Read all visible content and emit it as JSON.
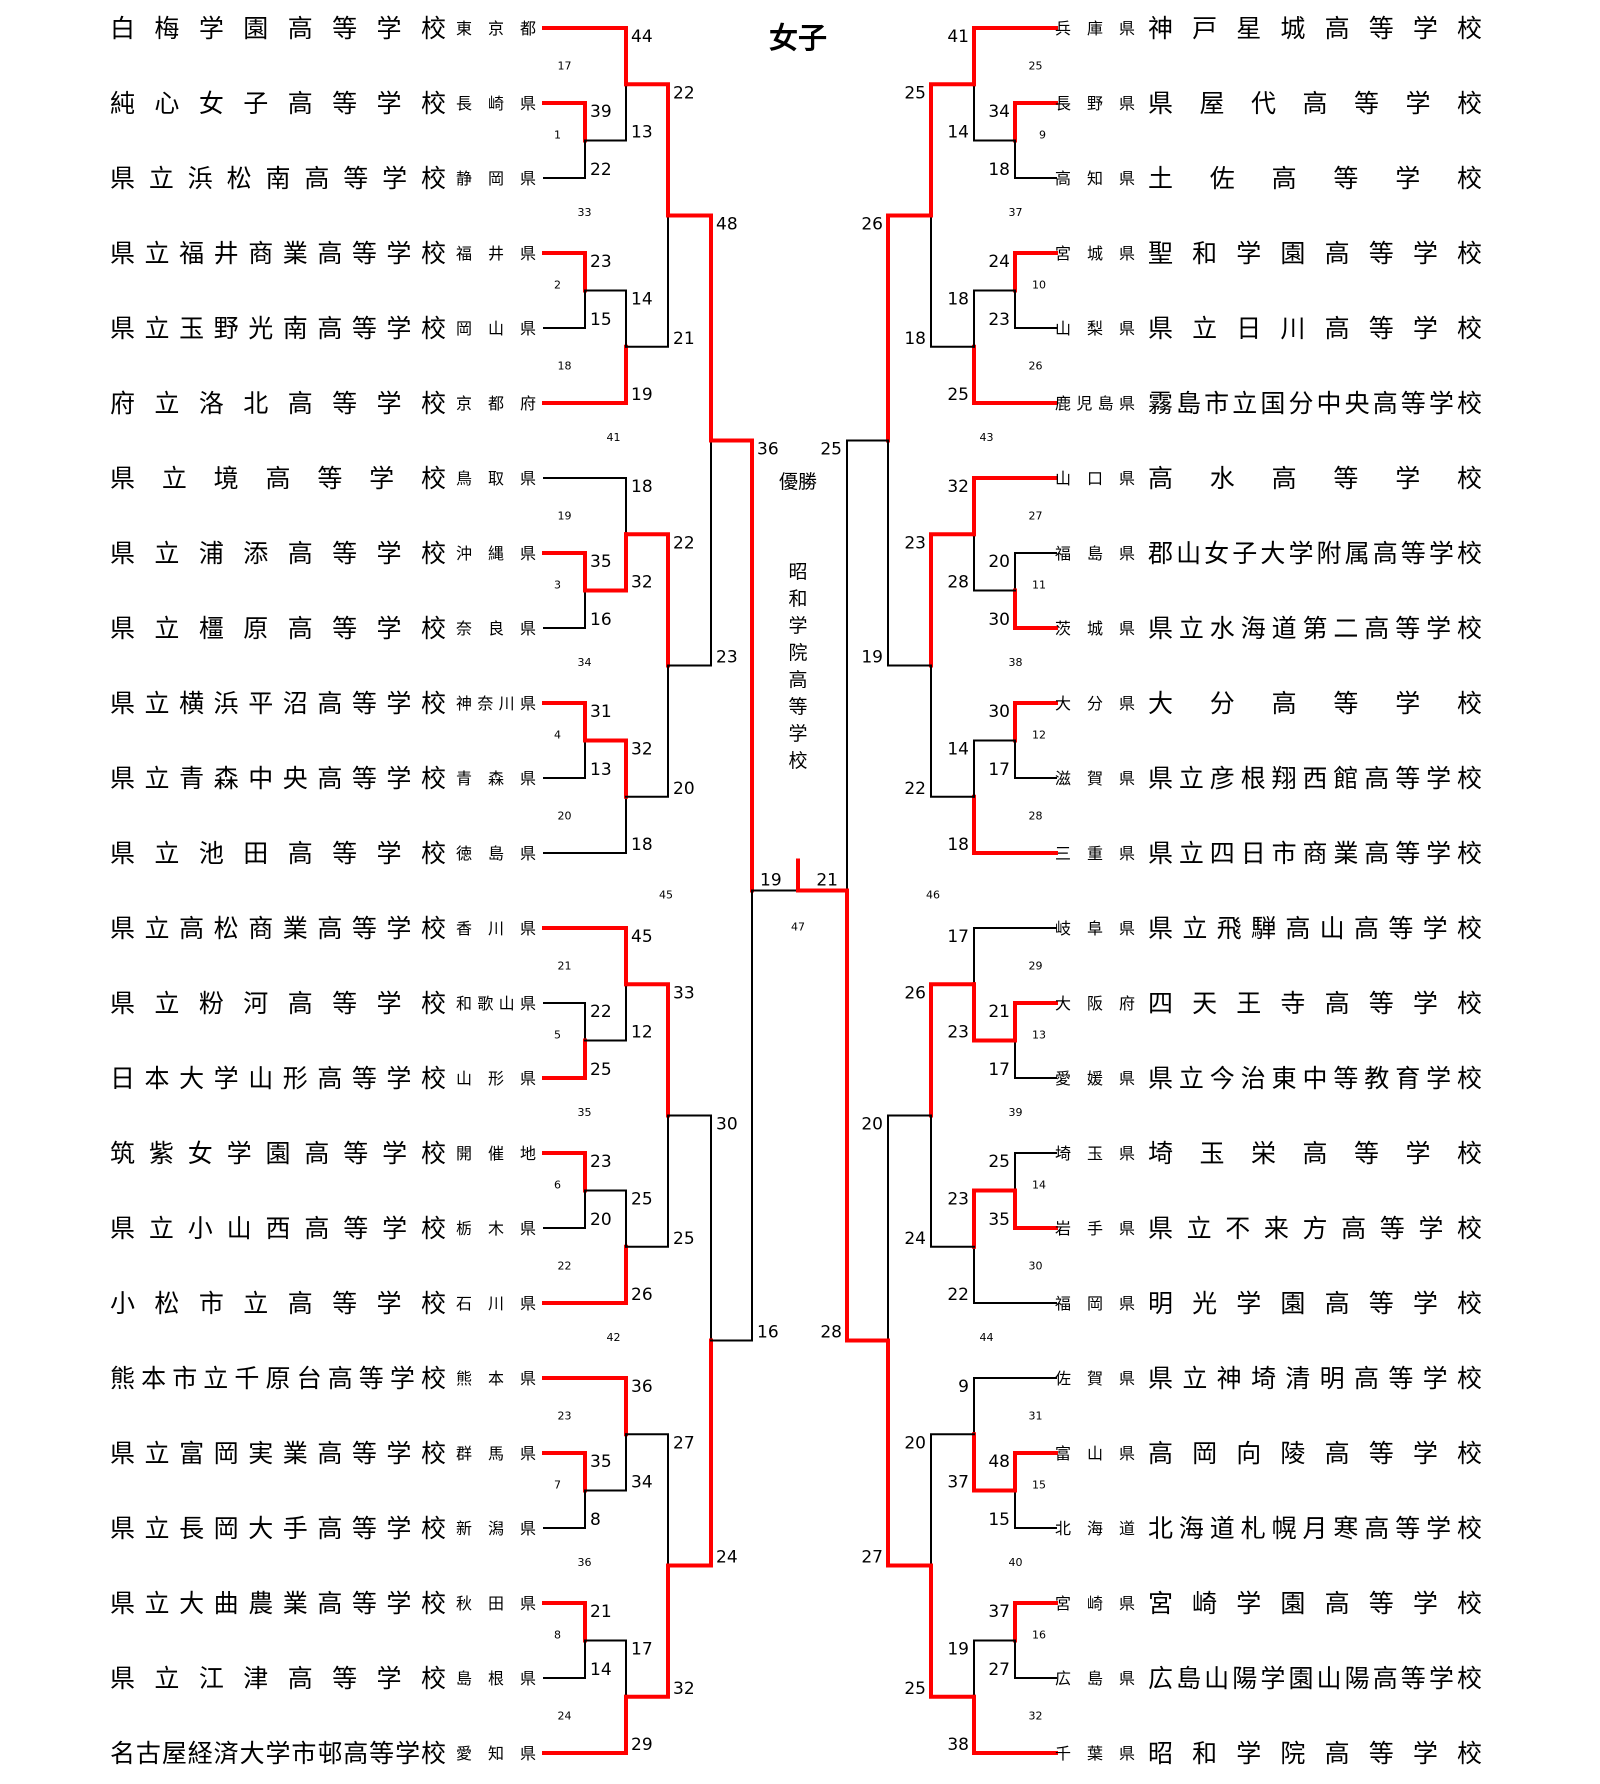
{
  "title": "女子",
  "champion_label": "優勝",
  "champion_name": "昭和学院高等学校",
  "left_teams": [
    {
      "school": "白梅学園高等学校",
      "pref": "東京都"
    },
    {
      "school": "純心女子高等学校",
      "pref": "長崎県"
    },
    {
      "school": "県立浜松南高等学校",
      "pref": "静岡県"
    },
    {
      "school": "県立福井商業高等学校",
      "pref": "福井県"
    },
    {
      "school": "県立玉野光南高等学校",
      "pref": "岡山県"
    },
    {
      "school": "府立洛北高等学校",
      "pref": "京都府"
    },
    {
      "school": "県立境高等学校",
      "pref": "鳥取県"
    },
    {
      "school": "県立浦添高等学校",
      "pref": "沖縄県"
    },
    {
      "school": "県立橿原高等学校",
      "pref": "奈良県"
    },
    {
      "school": "県立横浜平沼高等学校",
      "pref": "神奈川県"
    },
    {
      "school": "県立青森中央高等学校",
      "pref": "青森県"
    },
    {
      "school": "県立池田高等学校",
      "pref": "徳島県"
    },
    {
      "school": "県立高松商業高等学校",
      "pref": "香川県"
    },
    {
      "school": "県立粉河高等学校",
      "pref": "和歌山県"
    },
    {
      "school": "日本大学山形高等学校",
      "pref": "山形県"
    },
    {
      "school": "筑紫女学園高等学校",
      "pref": "開催地"
    },
    {
      "school": "県立小山西高等学校",
      "pref": "栃木県"
    },
    {
      "school": "小松市立高等学校",
      "pref": "石川県"
    },
    {
      "school": "熊本市立千原台高等学校",
      "pref": "熊本県"
    },
    {
      "school": "県立富岡実業高等学校",
      "pref": "群馬県"
    },
    {
      "school": "県立長岡大手高等学校",
      "pref": "新潟県"
    },
    {
      "school": "県立大曲農業高等学校",
      "pref": "秋田県"
    },
    {
      "school": "県立江津高等学校",
      "pref": "島根県"
    },
    {
      "school": "名古屋経済大学市邨高等学校",
      "pref": "愛知県"
    }
  ],
  "right_teams": [
    {
      "school": "神戸星城高等学校",
      "pref": "兵庫県"
    },
    {
      "school": "県屋代高等学校",
      "pref": "長野県"
    },
    {
      "school": "土佐高等学校",
      "pref": "高知県"
    },
    {
      "school": "聖和学園高等学校",
      "pref": "宮城県"
    },
    {
      "school": "県立日川高等学校",
      "pref": "山梨県"
    },
    {
      "school": "霧島市立国分中央高等学校",
      "pref": "鹿児島県"
    },
    {
      "school": "高水高等学校",
      "pref": "山口県"
    },
    {
      "school": "郡山女子大学附属高等学校",
      "pref": "福島県"
    },
    {
      "school": "県立水海道第二高等学校",
      "pref": "茨城県"
    },
    {
      "school": "大分高等学校",
      "pref": "大分県"
    },
    {
      "school": "県立彦根翔西館高等学校",
      "pref": "滋賀県"
    },
    {
      "school": "県立四日市商業高等学校",
      "pref": "三重県"
    },
    {
      "school": "県立飛騨高山高等学校",
      "pref": "岐阜県"
    },
    {
      "school": "四天王寺高等学校",
      "pref": "大阪府"
    },
    {
      "school": "県立今治東中等教育学校",
      "pref": "愛媛県"
    },
    {
      "school": "埼玉栄高等学校",
      "pref": "埼玉県"
    },
    {
      "school": "県立不来方高等学校",
      "pref": "岩手県"
    },
    {
      "school": "明光学園高等学校",
      "pref": "福岡県"
    },
    {
      "school": "県立神埼清明高等学校",
      "pref": "佐賀県"
    },
    {
      "school": "高岡向陵高等学校",
      "pref": "富山県"
    },
    {
      "school": "北海道札幌月寒高等学校",
      "pref": "北海道"
    },
    {
      "school": "宮崎学園高等学校",
      "pref": "宮崎県"
    },
    {
      "school": "広島山陽学園山陽高等学校",
      "pref": "広島県"
    },
    {
      "school": "昭和学院高等学校",
      "pref": "千葉県"
    }
  ],
  "sides": {
    "left": {
      "groups": [
        {
          "bye": {
            "match": "17",
            "bye_score": "44",
            "bye_win": true,
            "pair_score": "13"
          },
          "pair": {
            "match": "1",
            "top": "39",
            "bottom": "22",
            "top_win": true
          },
          "round2": {
            "match": "33",
            "top": "22",
            "bottom": "21",
            "top_win": true
          }
        },
        {
          "bye": {
            "match": "18",
            "bye_score": "19",
            "bye_win": true,
            "pair_score": "14"
          },
          "pair": {
            "match": "2",
            "top": "23",
            "bottom": "15",
            "top_win": true
          }
        },
        {
          "bye": {
            "match": "19",
            "bye_score": "18",
            "bye_win": false,
            "pair_score": "32"
          },
          "pair": {
            "match": "3",
            "top": "35",
            "bottom": "16",
            "top_win": true
          },
          "round2": {
            "match": "34",
            "top": "22",
            "bottom": "20",
            "top_win": true
          }
        },
        {
          "bye": {
            "match": "20",
            "bye_score": "18",
            "bye_win": false,
            "pair_score": "32"
          },
          "pair": {
            "match": "4",
            "top": "31",
            "bottom": "13",
            "top_win": true
          }
        },
        {
          "bye": {
            "match": "21",
            "bye_score": "45",
            "bye_win": true,
            "pair_score": "12"
          },
          "pair": {
            "match": "5",
            "top": "22",
            "bottom": "25",
            "top_win": false
          },
          "round2": {
            "match": "35",
            "top": "33",
            "bottom": "25",
            "top_win": true
          }
        },
        {
          "bye": {
            "match": "22",
            "bye_score": "26",
            "bye_win": true,
            "pair_score": "25"
          },
          "pair": {
            "match": "6",
            "top": "23",
            "bottom": "20",
            "top_win": true
          }
        },
        {
          "bye": {
            "match": "23",
            "bye_score": "36",
            "bye_win": true,
            "pair_score": "34"
          },
          "pair": {
            "match": "7",
            "top": "35",
            "bottom": "8",
            "top_win": true
          },
          "round2": {
            "match": "36",
            "top": "27",
            "bottom": "32",
            "top_win": false
          }
        },
        {
          "bye": {
            "match": "24",
            "bye_score": "29",
            "bye_win": true,
            "pair_score": "17"
          },
          "pair": {
            "match": "8",
            "top": "21",
            "bottom": "14",
            "top_win": true
          }
        }
      ],
      "round3": [
        {
          "match": "41",
          "top": "48",
          "bottom": "23",
          "top_win": true
        },
        {
          "match": "42",
          "top": "30",
          "bottom": "24",
          "top_win": false
        }
      ],
      "semi": {
        "match": "45",
        "top": "36",
        "bottom": "16",
        "top_win": true
      }
    },
    "right": {
      "groups": [
        {
          "bye": {
            "match": "25",
            "bye_score": "41",
            "bye_win": true,
            "pair_score": "14"
          },
          "pair": {
            "match": "9",
            "top": "34",
            "bottom": "18",
            "top_win": true
          },
          "round2": {
            "match": "37",
            "top": "25",
            "bottom": "18",
            "top_win": true
          }
        },
        {
          "bye": {
            "match": "26",
            "bye_score": "25",
            "bye_win": true,
            "pair_score": "18"
          },
          "pair": {
            "match": "10",
            "top": "24",
            "bottom": "23",
            "top_win": true
          }
        },
        {
          "bye": {
            "match": "27",
            "bye_score": "32",
            "bye_win": true,
            "pair_score": "28"
          },
          "pair": {
            "match": "11",
            "top": "20",
            "bottom": "30",
            "top_win": false
          },
          "round2": {
            "match": "38",
            "top": "23",
            "bottom": "22",
            "top_win": true
          }
        },
        {
          "bye": {
            "match": "28",
            "bye_score": "18",
            "bye_win": true,
            "pair_score": "14"
          },
          "pair": {
            "match": "12",
            "top": "30",
            "bottom": "17",
            "top_win": true
          }
        },
        {
          "bye": {
            "match": "29",
            "bye_score": "17",
            "bye_win": false,
            "pair_score": "23"
          },
          "pair": {
            "match": "13",
            "top": "21",
            "bottom": "17",
            "top_win": true
          },
          "round2": {
            "match": "39",
            "top": "26",
            "bottom": "24",
            "top_win": true
          }
        },
        {
          "bye": {
            "match": "30",
            "bye_score": "22",
            "bye_win": false,
            "pair_score": "23"
          },
          "pair": {
            "match": "14",
            "top": "25",
            "bottom": "35",
            "top_win": false
          }
        },
        {
          "bye": {
            "match": "31",
            "bye_score": "9",
            "bye_win": false,
            "pair_score": "37"
          },
          "pair": {
            "match": "15",
            "top": "48",
            "bottom": "15",
            "top_win": true
          },
          "round2": {
            "match": "40",
            "top": "20",
            "bottom": "25",
            "top_win": false
          }
        },
        {
          "bye": {
            "match": "32",
            "bye_score": "38",
            "bye_win": true,
            "pair_score": "19"
          },
          "pair": {
            "match": "16",
            "top": "37",
            "bottom": "27",
            "top_win": true
          }
        }
      ],
      "round3": [
        {
          "match": "43",
          "top": "26",
          "bottom": "19",
          "top_win": true
        },
        {
          "match": "44",
          "top": "20",
          "bottom": "27",
          "top_win": false
        }
      ],
      "semi": {
        "match": "46",
        "top": "25",
        "bottom": "28",
        "top_win": false
      }
    }
  },
  "final": {
    "match": "47",
    "left_score": "19",
    "right_score": "21",
    "left_win": false
  }
}
